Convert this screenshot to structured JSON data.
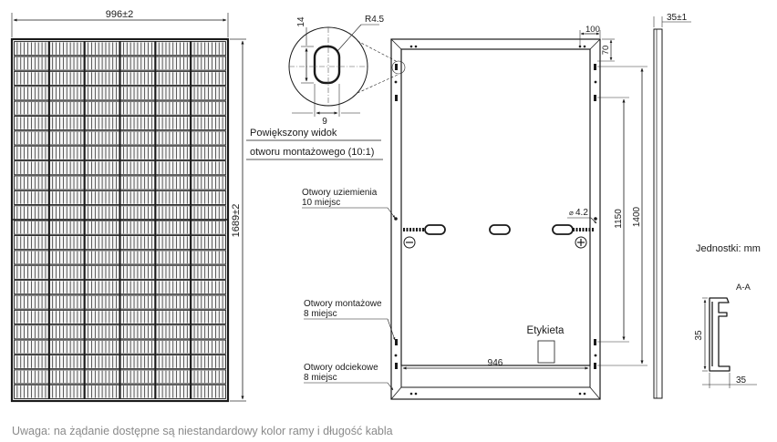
{
  "front_view": {
    "width_dim": "996±2",
    "height_dim": "1689±2"
  },
  "detail_view": {
    "radius_label": "R4.5",
    "height_label": "14",
    "width_label": "9",
    "title_line1": "Powiększony widok",
    "title_line2": "otworu montażowego (10:1)"
  },
  "back_view": {
    "dim_top_offset": "100",
    "dim_top_side": "70",
    "dim_hole_spacing_inner": "1150",
    "dim_hole_spacing_outer": "1400",
    "dim_bottom_width": "946",
    "ground_hole_dia": "4.2",
    "label_box": "Etykieta",
    "callouts": [
      {
        "line1": "Otwory uziemienia",
        "line2": "10 miejsc"
      },
      {
        "line1": "Otwory montażowe",
        "line2": "8 miejsc"
      },
      {
        "line1": "Otwory odciekowe",
        "line2": "8 miejsc"
      }
    ]
  },
  "side_view": {
    "thickness_dim": "35±1"
  },
  "units_label": "Jednostki: mm",
  "section": {
    "label": "A-A",
    "height_dim": "35",
    "width_dim": "35"
  },
  "note": "Uwaga: na żądanie dostępne są niestandardowy kolor ramy i długość kabla"
}
